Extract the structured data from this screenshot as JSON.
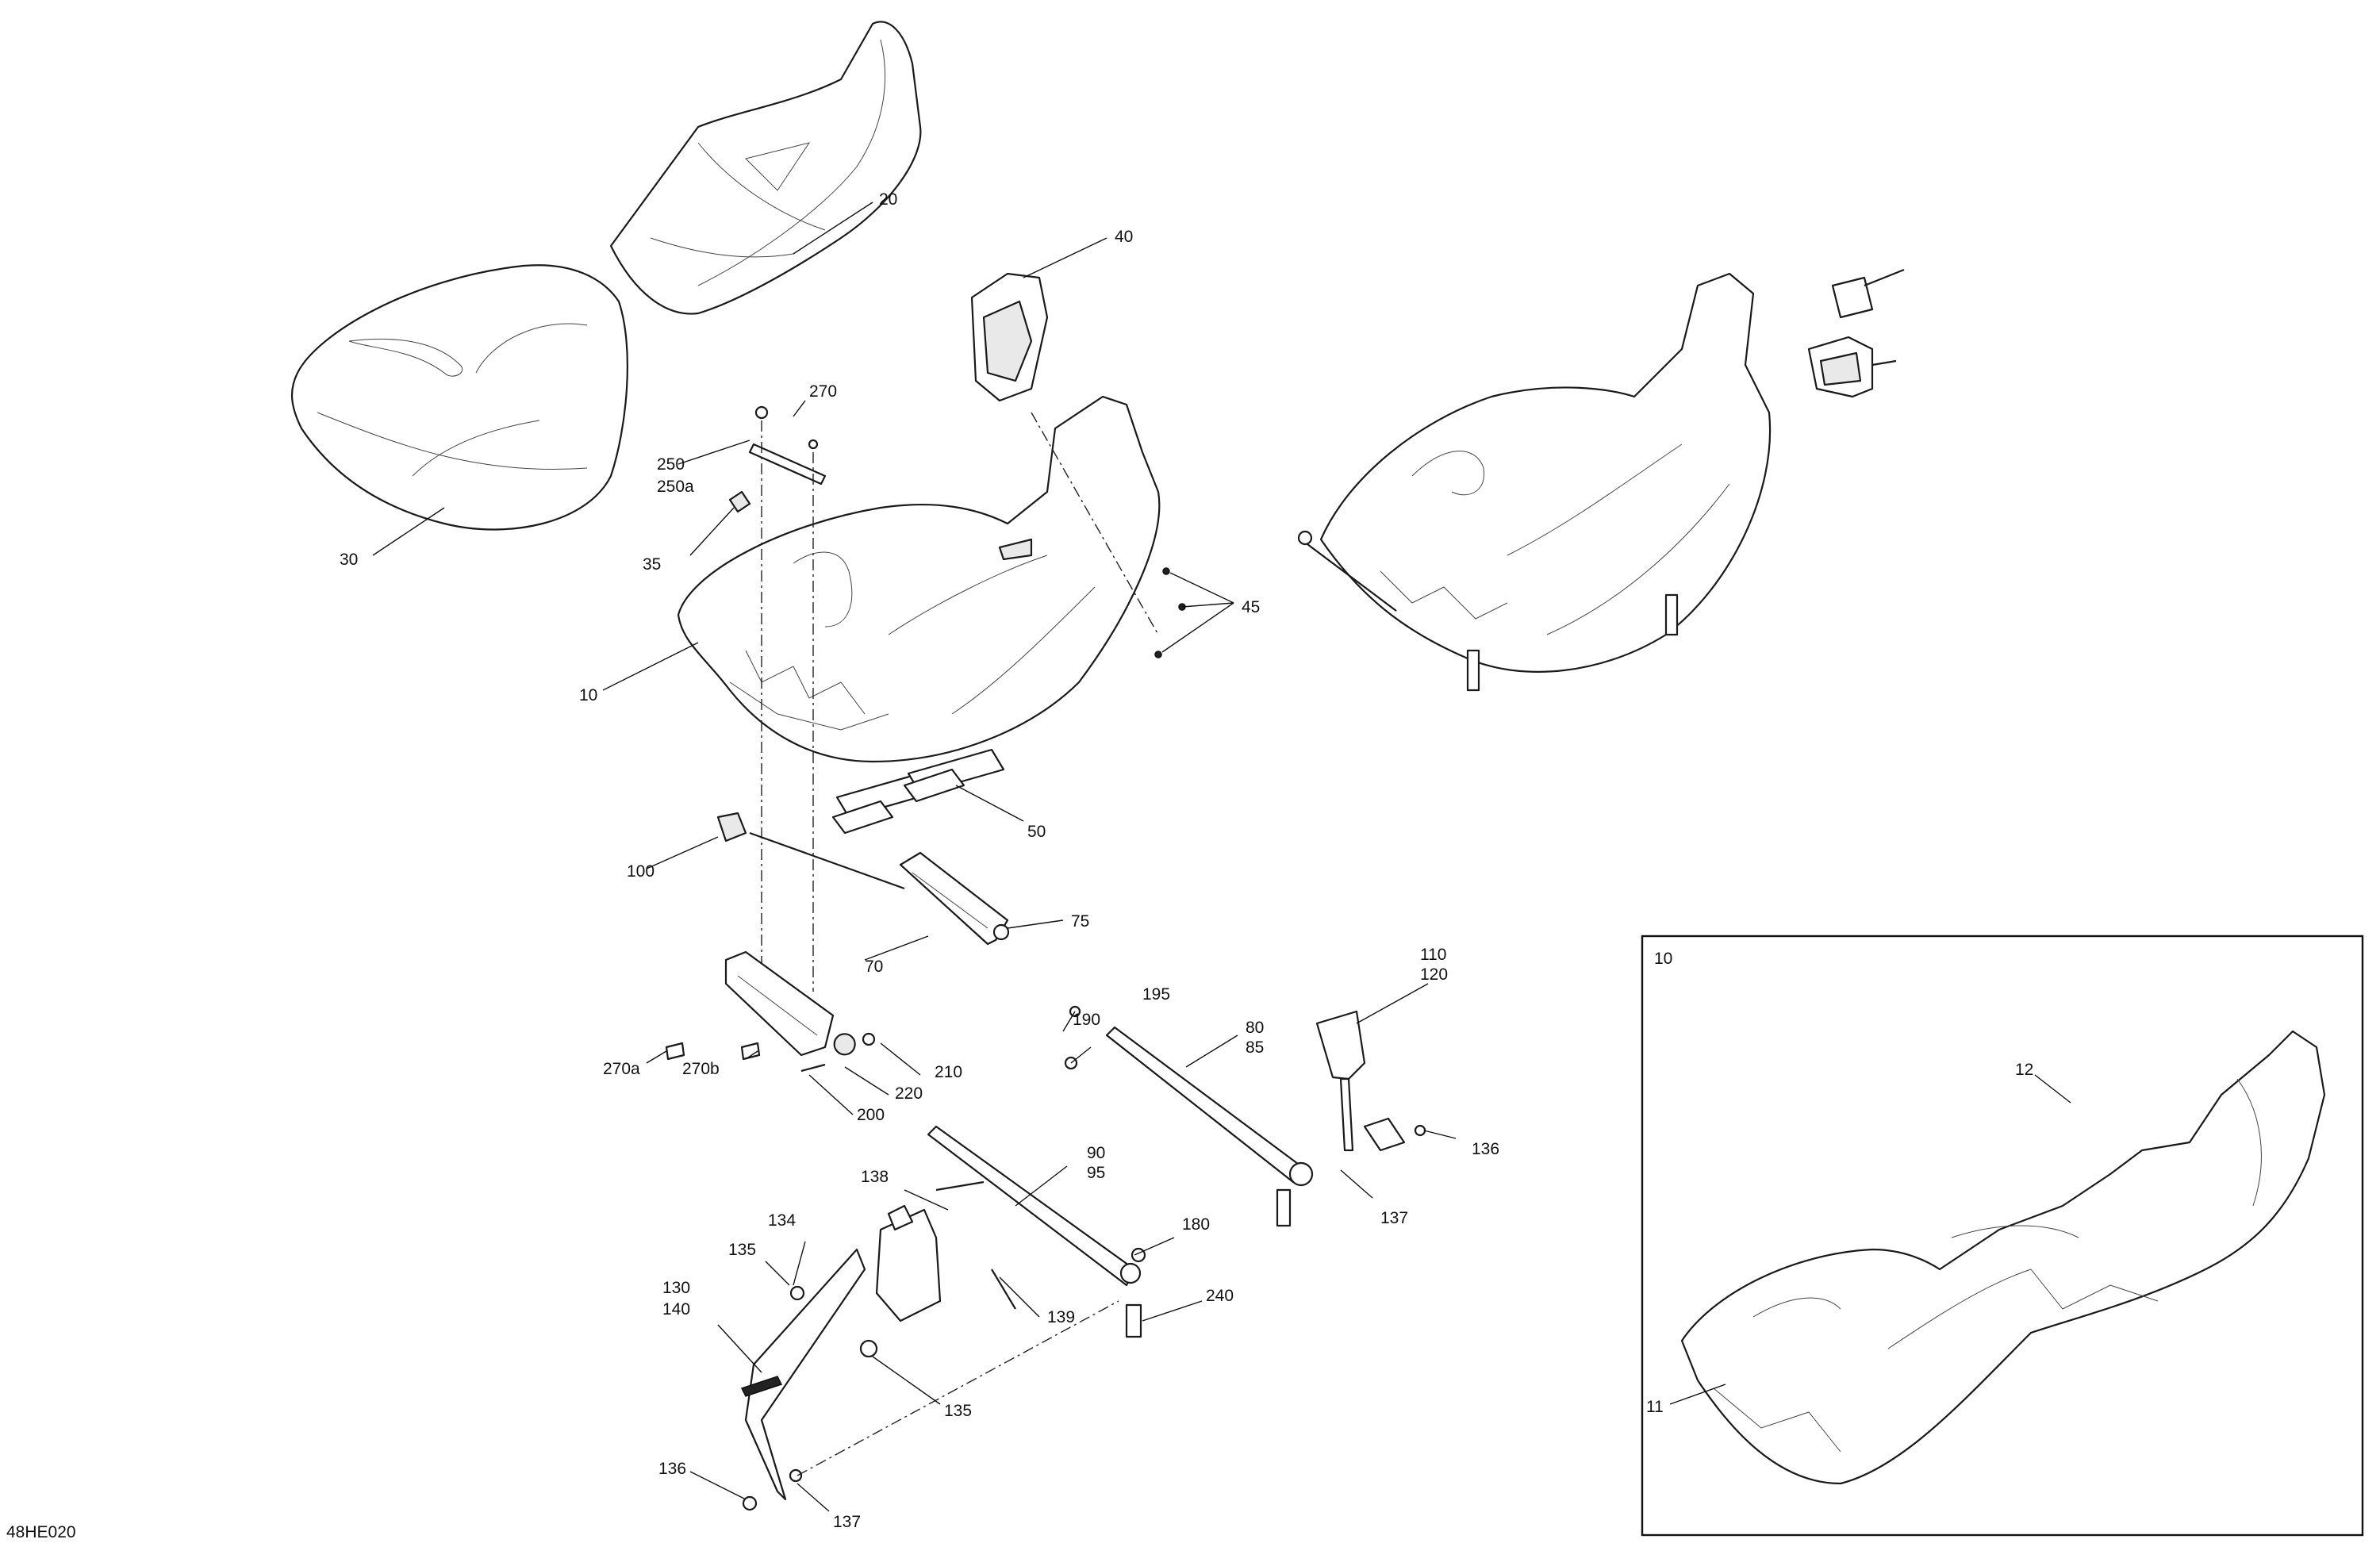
{
  "drawing_code": "48HE020",
  "inset": {
    "label": "10"
  },
  "callouts": {
    "c10": "10",
    "c20": "20",
    "c30": "30",
    "c35": "35",
    "c40": "40",
    "c45": "45",
    "c50": "50",
    "c70": "70",
    "c75": "75",
    "c100": "100",
    "c110": "110",
    "c120": "120",
    "c250": "250",
    "c250a": "250a",
    "c270": "270",
    "c270a": "270a",
    "c270b": "270b",
    "c200": "200",
    "c210": "210",
    "c220": "220",
    "c190": "190",
    "c195": "195",
    "c80": "80",
    "c85": "85",
    "c136r": "136",
    "c137r": "137",
    "c90": "90",
    "c95": "95",
    "c138": "138",
    "c134": "134",
    "c135a": "135",
    "c130": "130",
    "c140": "140",
    "c180": "180",
    "c240": "240",
    "c139": "139",
    "c135b": "135",
    "c136b": "136",
    "c137b": "137",
    "c11": "11",
    "c12": "12"
  }
}
